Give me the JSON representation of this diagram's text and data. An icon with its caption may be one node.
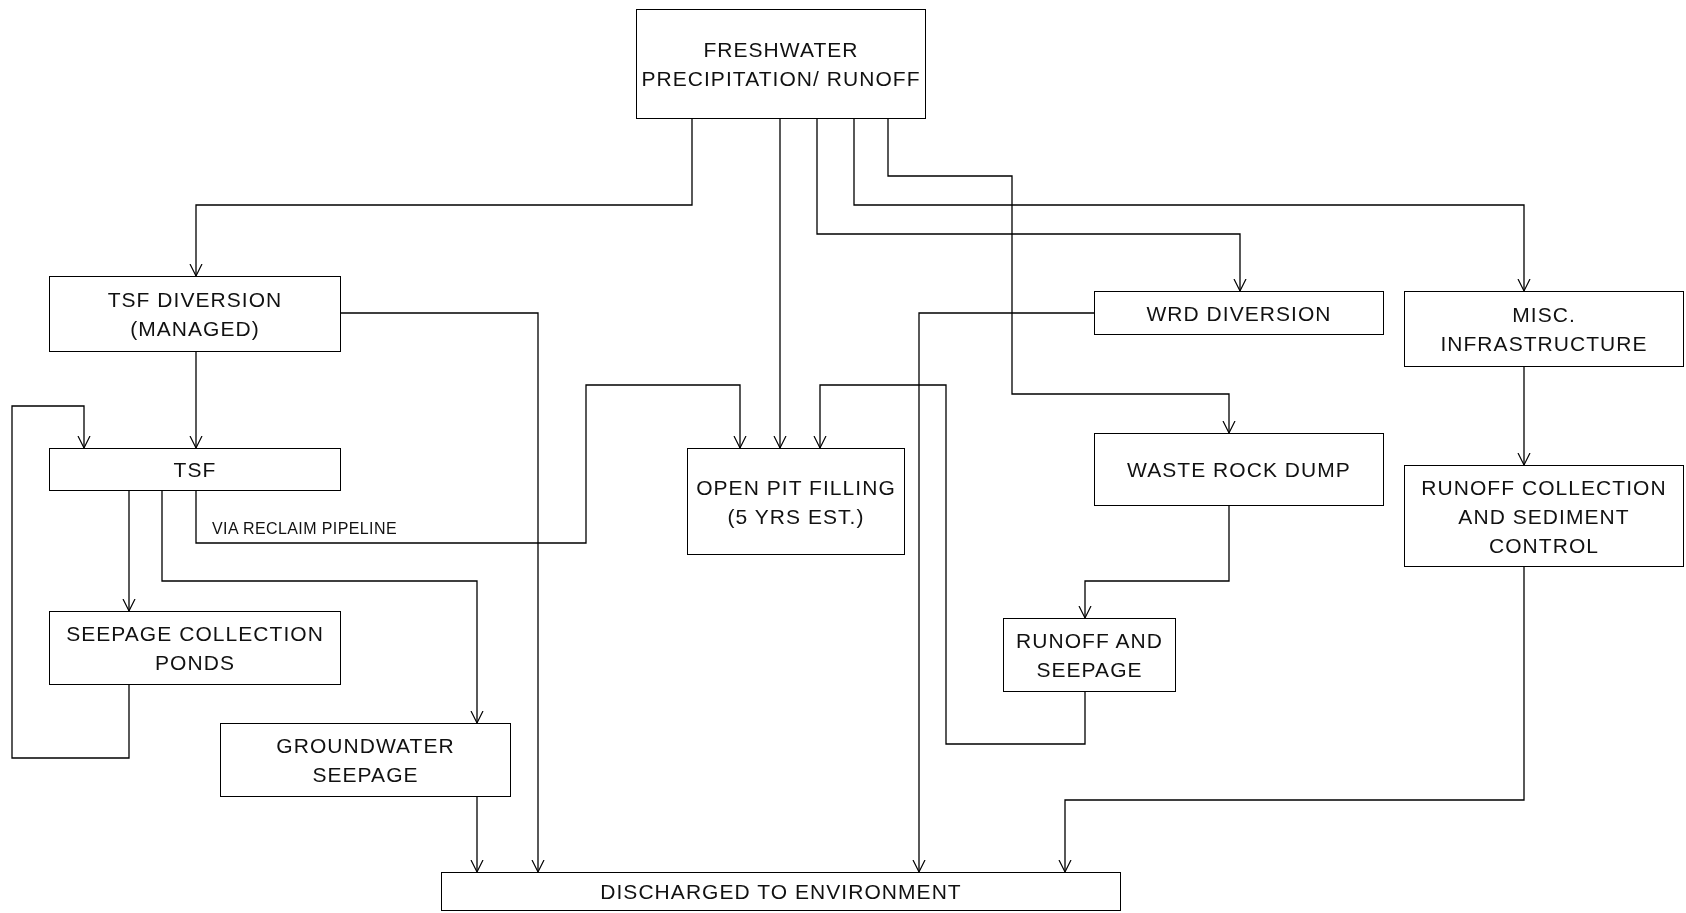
{
  "diagram": {
    "nodes": [
      {
        "text": [
          "FRESHWATER PRECIPITATION/ RUNOFF"
        ]
      },
      {
        "text": [
          "TSF DIVERSION (MANAGED)"
        ]
      },
      {
        "text": [
          "WRD DIVERSION"
        ]
      },
      {
        "text": [
          "MISC. INFRASTRUCTURE"
        ]
      },
      {
        "text": [
          "TSF"
        ]
      },
      {
        "text": [
          "OPEN PIT FILLING (5 YRS EST.)"
        ]
      },
      {
        "text": [
          "WASTE ROCK DUMP"
        ]
      },
      {
        "text": [
          "RUNOFF COLLECTION AND SEDIMENT CONTROL"
        ]
      },
      {
        "text": [
          "SEEPAGE COLLECTION PONDS"
        ]
      },
      {
        "text": [
          "RUNOFF AND SEEPAGE"
        ]
      },
      {
        "text": [
          "GROUNDWATER SEEPAGE"
        ]
      },
      {
        "text": [
          "DISCHARGED TO ENVIRONMENT"
        ]
      }
    ],
    "edges": [
      {
        "from": 0,
        "to": 1,
        "arrow": "to"
      },
      {
        "from": 0,
        "to": 5,
        "arrow": "to"
      },
      {
        "from": 0,
        "to": 2,
        "arrow": "to"
      },
      {
        "from": 0,
        "to": 3,
        "arrow": "to"
      },
      {
        "from": 0,
        "to": 6,
        "arrow": "to"
      },
      {
        "from": 1,
        "to": 11,
        "arrow": "to"
      },
      {
        "from": 1,
        "to": 4,
        "arrow": "to"
      },
      {
        "from": 4,
        "to": 5,
        "arrow": "to",
        "label": "VIA RECLAIM PIPELINE"
      },
      {
        "from": 4,
        "to": 8,
        "arrow": "to"
      },
      {
        "from": 4,
        "to": 10,
        "arrow": "to"
      },
      {
        "from": 8,
        "to": 4,
        "arrow": "to"
      },
      {
        "from": 10,
        "to": 11,
        "arrow": "to"
      },
      {
        "from": 2,
        "to": 11,
        "arrow": "to"
      },
      {
        "from": 6,
        "to": 9,
        "arrow": "to"
      },
      {
        "from": 9,
        "to": 5,
        "arrow": "to"
      },
      {
        "from": 3,
        "to": 7,
        "arrow": "to"
      },
      {
        "from": 7,
        "to": 11,
        "arrow": "to"
      }
    ]
  }
}
